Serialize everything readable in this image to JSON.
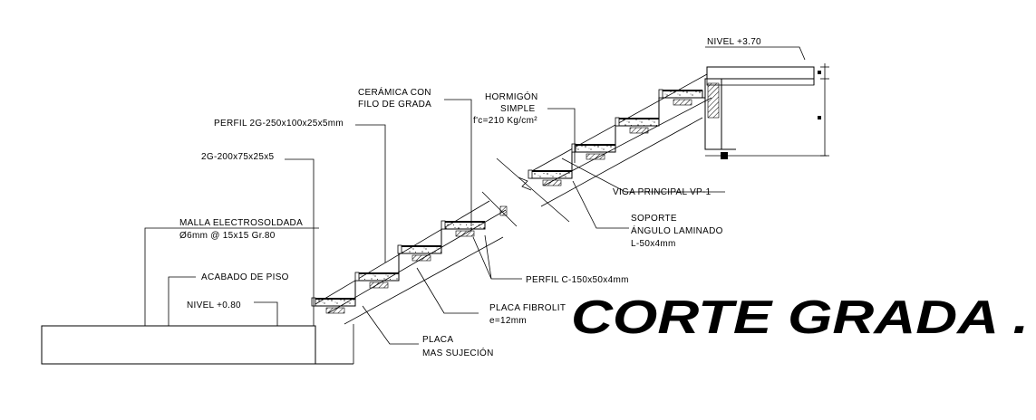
{
  "title": "CORTE GRADA .",
  "labels": {
    "nivel_top": "NIVEL +3.70",
    "ceramica_1": "CERÁMICA CON",
    "ceramica_2": "FILO DE GRADA",
    "hormigon_1": "HORMIGÓN",
    "hormigon_2": "SIMPLE",
    "hormigon_3": "f'c=210 Kg/cm²",
    "perfil_2g_250": "PERFIL 2G-250x100x25x5mm",
    "perfil_2g_200": "2G-200x75x25x5",
    "malla_1": "MALLA ELECTROSOLDADA",
    "malla_2": "Ø6mm @ 15x15 Gr.80",
    "acabado": "ACABADO DE PISO",
    "nivel_low": "NIVEL +0.80",
    "viga": "VIGA PRINCIPAL VP-1",
    "soporte_1": "SOPORTE",
    "soporte_2": "ÁNGULO LAMINADO",
    "soporte_3": "L-50x4mm",
    "perfil_c": "PERFIL C-150x50x4mm",
    "placa_fib_1": "PLACA FIBROLIT",
    "placa_fib_2": "e=12mm",
    "placa_1": "PLACA",
    "placa_2": "MAS SUJECIÓN"
  }
}
